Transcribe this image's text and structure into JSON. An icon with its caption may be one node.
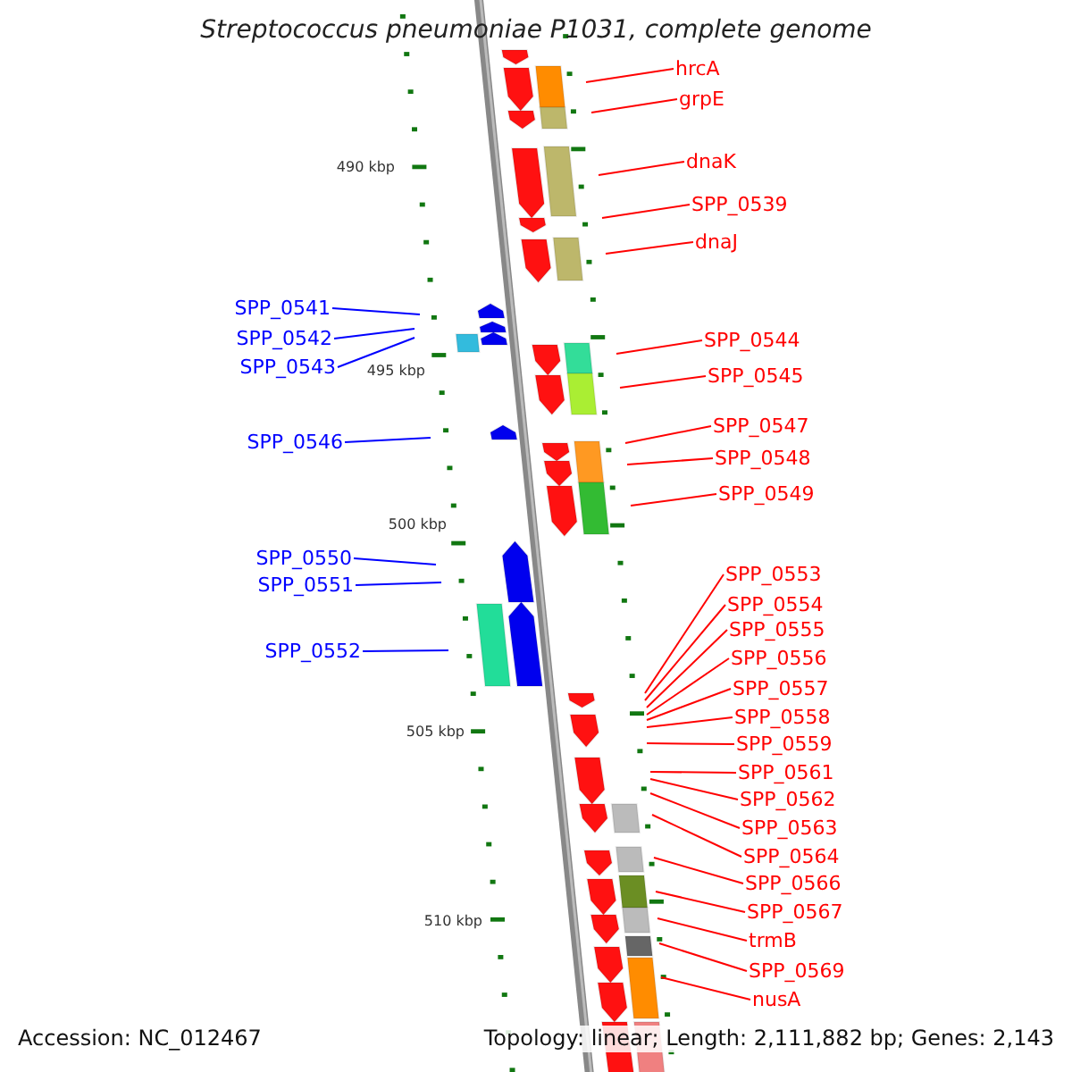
{
  "diagram": {
    "title": "Streptococcus pneumoniae P1031, complete genome",
    "nodes": [
      {
        "text": [
          "hrcA"
        ]
      },
      {
        "text": [
          "grpE"
        ]
      },
      {
        "text": [
          "dnaK"
        ]
      },
      {
        "text": [
          "SPP_0539"
        ]
      },
      {
        "text": [
          "dnaJ"
        ]
      },
      {
        "text": [
          "SPP_0541"
        ]
      },
      {
        "text": [
          "SPP_0542"
        ]
      },
      {
        "text": [
          "SPP_0544"
        ]
      },
      {
        "text": [
          "SPP_0543"
        ]
      },
      {
        "text": [
          "SPP_0545"
        ]
      },
      {
        "text": [
          "SPP_0547"
        ]
      },
      {
        "text": [
          "SPP_0546"
        ]
      },
      {
        "text": [
          "SPP_0548"
        ]
      },
      {
        "text": [
          "SPP_0549"
        ]
      },
      {
        "text": [
          "SPP_0550"
        ]
      },
      {
        "text": [
          "SPP_0553"
        ]
      },
      {
        "text": [
          "SPP_0551"
        ]
      },
      {
        "text": [
          "SPP_0554"
        ]
      },
      {
        "text": [
          "SPP_0555"
        ]
      },
      {
        "text": [
          "SPP_0552"
        ]
      },
      {
        "text": [
          "SPP_0556"
        ]
      },
      {
        "text": [
          "SPP_0557"
        ]
      },
      {
        "text": [
          "SPP_0558"
        ]
      },
      {
        "text": [
          "SPP_0559"
        ]
      },
      {
        "text": [
          "SPP_0561"
        ]
      },
      {
        "text": [
          "SPP_0562"
        ]
      },
      {
        "text": [
          "SPP_0563"
        ]
      },
      {
        "text": [
          "SPP_0564"
        ]
      },
      {
        "text": [
          "SPP_0566"
        ]
      },
      {
        "text": [
          "SPP_0567"
        ]
      },
      {
        "text": [
          "trmB"
        ]
      },
      {
        "text": [
          "SPP_0569"
        ]
      },
      {
        "text": [
          "nusA"
        ]
      }
    ],
    "edges": [
      {
        "from": 0,
        "to": null,
        "arrow": "none"
      },
      {
        "from": 1,
        "to": null,
        "arrow": "none"
      },
      {
        "from": 2,
        "to": null,
        "arrow": "none"
      },
      {
        "from": 3,
        "to": null,
        "arrow": "none"
      },
      {
        "from": 4,
        "to": null,
        "arrow": "none"
      },
      {
        "from": 5,
        "to": null,
        "arrow": "none",
        "color": "#0000ff"
      },
      {
        "from": 6,
        "to": null,
        "arrow": "none",
        "color": "#0000ff"
      },
      {
        "from": 7,
        "to": null,
        "arrow": "none"
      },
      {
        "from": 8,
        "to": null,
        "arrow": "none",
        "color": "#0000ff"
      },
      {
        "from": 9,
        "to": null,
        "arrow": "none"
      },
      {
        "from": 10,
        "to": null,
        "arrow": "none"
      },
      {
        "from": 11,
        "to": null,
        "arrow": "none",
        "color": "#0000ff"
      },
      {
        "from": 12,
        "to": null,
        "arrow": "none"
      },
      {
        "from": 13,
        "to": null,
        "arrow": "none"
      },
      {
        "from": 14,
        "to": null,
        "arrow": "none",
        "color": "#0000ff"
      },
      {
        "from": 15,
        "to": null,
        "arrow": "none"
      },
      {
        "from": 16,
        "to": null,
        "arrow": "none",
        "color": "#0000ff"
      },
      {
        "from": 17,
        "to": null,
        "arrow": "none"
      },
      {
        "from": 18,
        "to": null,
        "arrow": "none"
      },
      {
        "from": 19,
        "to": null,
        "arrow": "none",
        "color": "#0000ff"
      },
      {
        "from": 20,
        "to": null,
        "arrow": "none"
      },
      {
        "from": 21,
        "to": null,
        "arrow": "none"
      },
      {
        "from": 22,
        "to": null,
        "arrow": "none"
      },
      {
        "from": 23,
        "to": null,
        "arrow": "none"
      },
      {
        "from": 24,
        "to": null,
        "arrow": "none"
      },
      {
        "from": 25,
        "to": null,
        "arrow": "none"
      },
      {
        "from": 26,
        "to": null,
        "arrow": "none"
      },
      {
        "from": 27,
        "to": null,
        "arrow": "none"
      },
      {
        "from": 28,
        "to": null,
        "arrow": "none"
      },
      {
        "from": 29,
        "to": null,
        "arrow": "none"
      },
      {
        "from": 30,
        "to": null,
        "arrow": "none"
      },
      {
        "from": 31,
        "to": null,
        "arrow": "none"
      },
      {
        "from": 32,
        "to": null,
        "arrow": "none"
      }
    ],
    "labels": [
      "490 kbp",
      "495 kbp",
      "500 kbp",
      "505 kbp",
      "510 kbp",
      "Accession: NC_012467",
      "Topology: linear; Length: 2,111,882 bp; Genes: 2,143"
    ]
  }
}
